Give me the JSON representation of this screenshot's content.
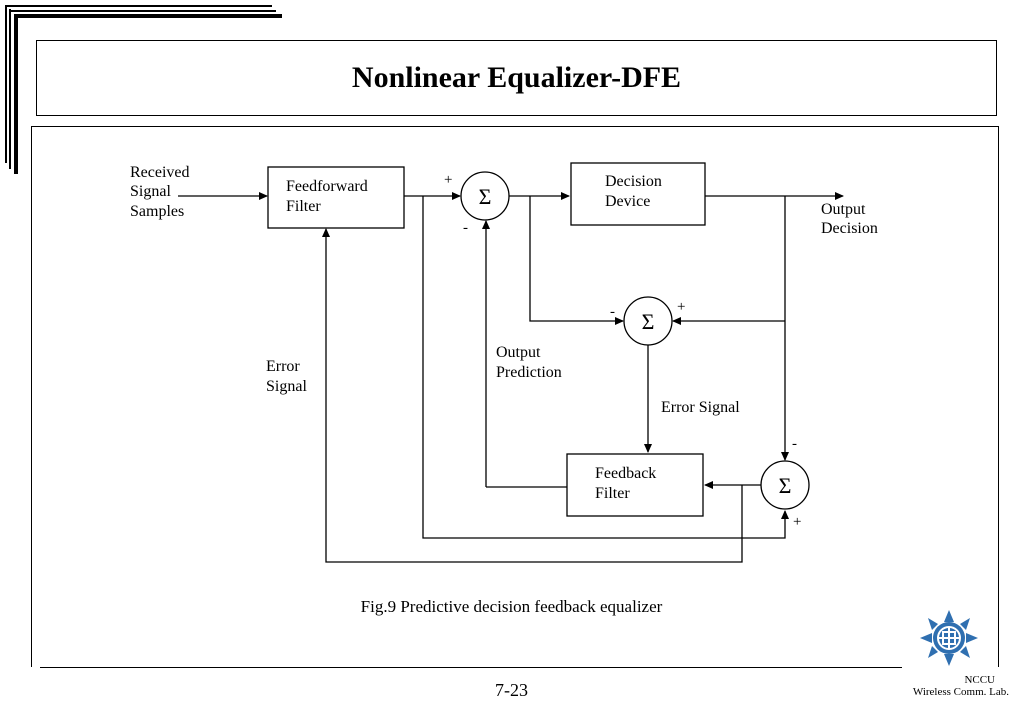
{
  "slide": {
    "title": "Nonlinear Equalizer-DFE",
    "caption": "Fig.9 Predictive decision feedback equalizer",
    "page_number": "7-23",
    "org_name": "NCCU",
    "org_lab": "Wireless Comm. Lab."
  },
  "diagram": {
    "input_label": [
      "Received",
      "Signal",
      "Samples"
    ],
    "blocks": {
      "feedforward": [
        "Feedforward",
        "Filter"
      ],
      "decision": [
        "Decision",
        "Device"
      ],
      "feedback": [
        "Feedback",
        "Filter"
      ]
    },
    "sum_symbol": "Σ",
    "signs": {
      "plus": "+",
      "minus": "-"
    },
    "labels": {
      "output_decision": [
        "Output",
        "Decision"
      ],
      "error_signal_left": [
        "Error",
        "Signal"
      ],
      "output_prediction": [
        "Output",
        "Prediction"
      ],
      "error_signal_mid": "Error Signal"
    }
  },
  "colors": {
    "logo_blue": "#2f6fb0"
  }
}
